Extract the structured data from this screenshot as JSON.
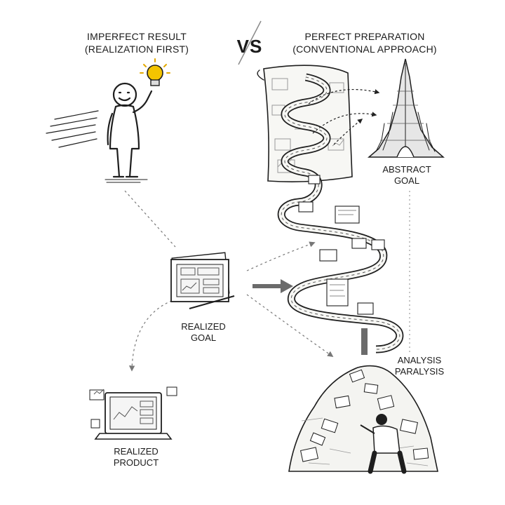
{
  "left_title": {
    "line1": "IMPERFECT RESULT",
    "line2": "(REALIZATION FIRST)"
  },
  "vs_label": "VS",
  "right_title": {
    "line1": "PERFECT PREPARATION",
    "line2": "(CONVENTIONAL APPROACH)"
  },
  "abstract_goal": {
    "line1": "ABSTRACT",
    "line2": "GOAL"
  },
  "realized_goal": {
    "line1": "REALIZED",
    "line2": "GOAL"
  },
  "analysis_paralysis": {
    "line1": "ANALYSIS",
    "line2": "PARALYSIS"
  },
  "realized_product": {
    "line1": "REALIZED",
    "line2": "PRODUCT"
  },
  "colors": {
    "ink": "#1e1e1e",
    "arrow": "#6b6b6b",
    "bulb": "#f2c200",
    "paper": "#f7f7f4"
  }
}
